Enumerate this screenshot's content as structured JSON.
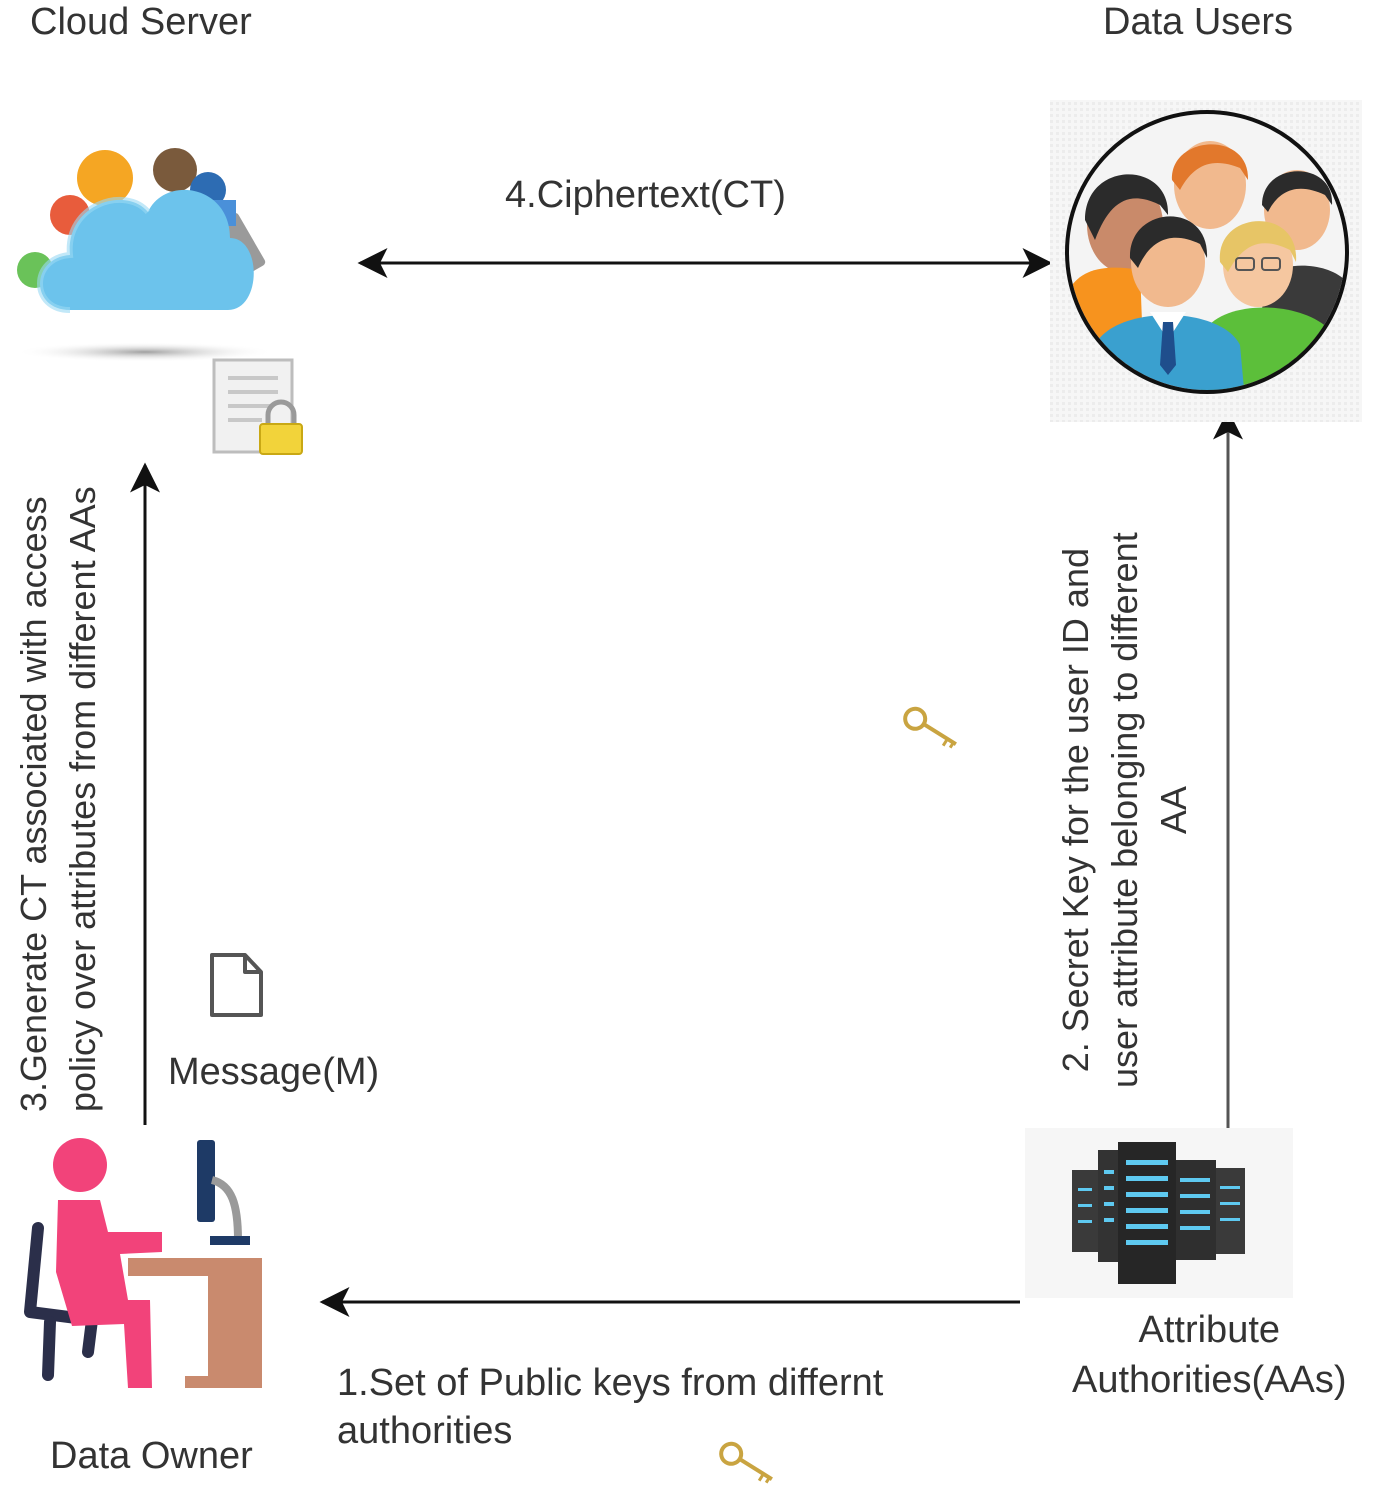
{
  "nodes": {
    "cloud_server": {
      "label": "Cloud Server"
    },
    "data_users": {
      "label": "Data Users"
    },
    "data_owner": {
      "label": "Data Owner"
    },
    "attribute_authorities": {
      "label_lines": [
        "Attribute",
        "Authorities(AAs)"
      ]
    },
    "message": {
      "label": "Message(M)"
    }
  },
  "edges": {
    "step1": {
      "label_lines": [
        "1.Set of Public keys from differnt",
        "authorities"
      ]
    },
    "step2": {
      "label_lines": [
        "2. Secret Key  for the user ID and",
        "user attribute belonging to different",
        "AA"
      ]
    },
    "step3": {
      "label_lines": [
        "3.Generate CT associated  with  access",
        "policy over attributes from different AAs"
      ]
    },
    "step4": {
      "label": "4.Ciphertext(CT)"
    }
  },
  "colors": {
    "cloud": "#6cc3ec",
    "person": "#f2437a",
    "desk": "#c98a6e",
    "server": "#3a3a3a",
    "server_led": "#5ec9f0",
    "arrow": "#111111"
  },
  "icons": [
    "cloud-icon",
    "locked-document-icon",
    "users-group-icon",
    "key-icon",
    "document-icon",
    "data-owner-icon",
    "server-rack-icon"
  ]
}
